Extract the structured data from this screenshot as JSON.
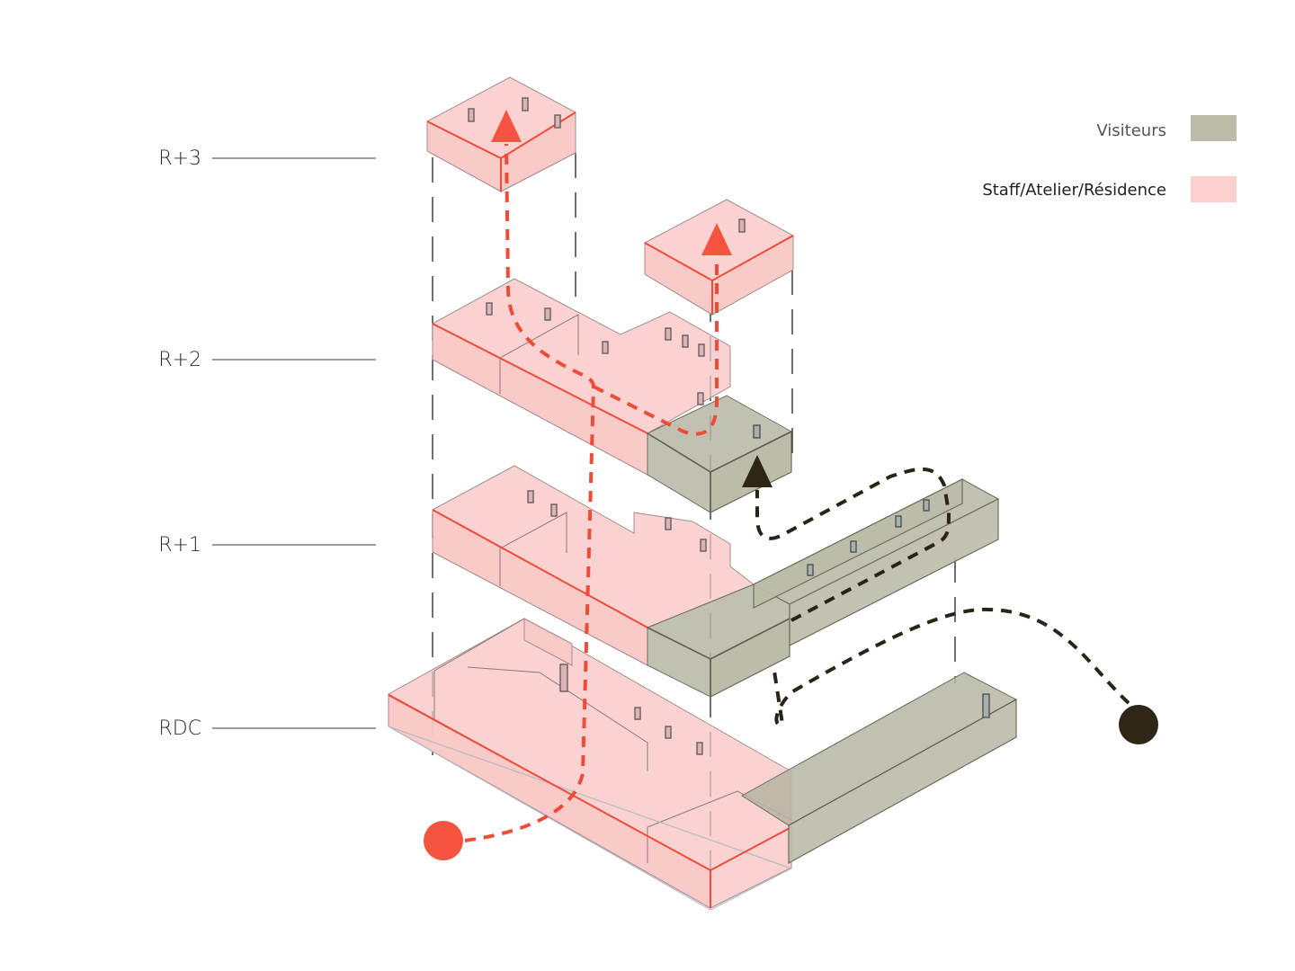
{
  "levels": [
    {
      "label": "R+3"
    },
    {
      "label": "R+2"
    },
    {
      "label": "R+1"
    },
    {
      "label": "RDC"
    }
  ],
  "legend": {
    "items": [
      {
        "label": "Visiteurs",
        "color": "#bcbbaa"
      },
      {
        "label": "Staff/Atelier/Résidence",
        "color": "#fbcfcd"
      }
    ]
  },
  "colors": {
    "staff_fill": "#f9c9c7",
    "visitor_fill": "#bcbbaa",
    "staff_path": "#ee4b38",
    "visitor_path": "#2a2418"
  },
  "paths": {
    "staff": {
      "name": "Staff circulation path",
      "start": "red-dot",
      "ends": [
        "R+3",
        "R+3 annex"
      ]
    },
    "visitor": {
      "name": "Visitor circulation path",
      "start": "dark-dot",
      "end": "R+2"
    }
  }
}
